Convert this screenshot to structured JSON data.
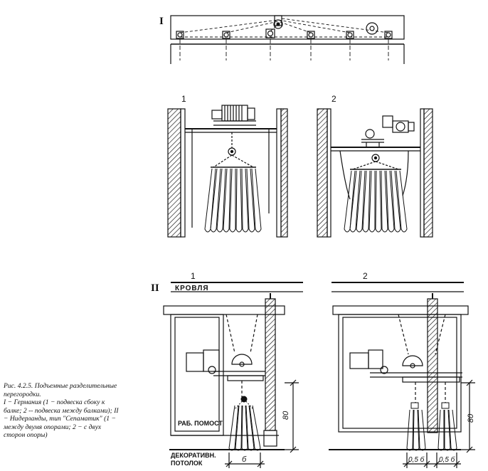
{
  "section_labels": {
    "top": "I",
    "bottom": "II"
  },
  "view_numbers": {
    "a": "1",
    "b": "2",
    "c": "1",
    "d": "2"
  },
  "text_labels": {
    "roof": "КРОВЛЯ",
    "work_platform": "РАБ. ПОМОСТ",
    "deco_ceiling_line1": "ДЕКОРАТИВН.",
    "deco_ceiling_line2": "ПОТОЛОК"
  },
  "dimensions": {
    "height_left": "80",
    "height_right": "80",
    "width_left": "б",
    "width_right_a": "0,5 б",
    "width_right_b": "0,5 б"
  },
  "caption": {
    "line1": "Рис. 4.2.5. Подъемные разделительные",
    "line2": "перегородки.",
    "line3": "I − Германия (1 − подвеска сбоку к",
    "line4": "балке; 2 -- подвеска между балками); II",
    "line5": "− Нидерланды, тип \"Сепаматик\" (1 −",
    "line6": "между двумя опорами; 2 − с двух",
    "line7": "сторон опоры)"
  }
}
